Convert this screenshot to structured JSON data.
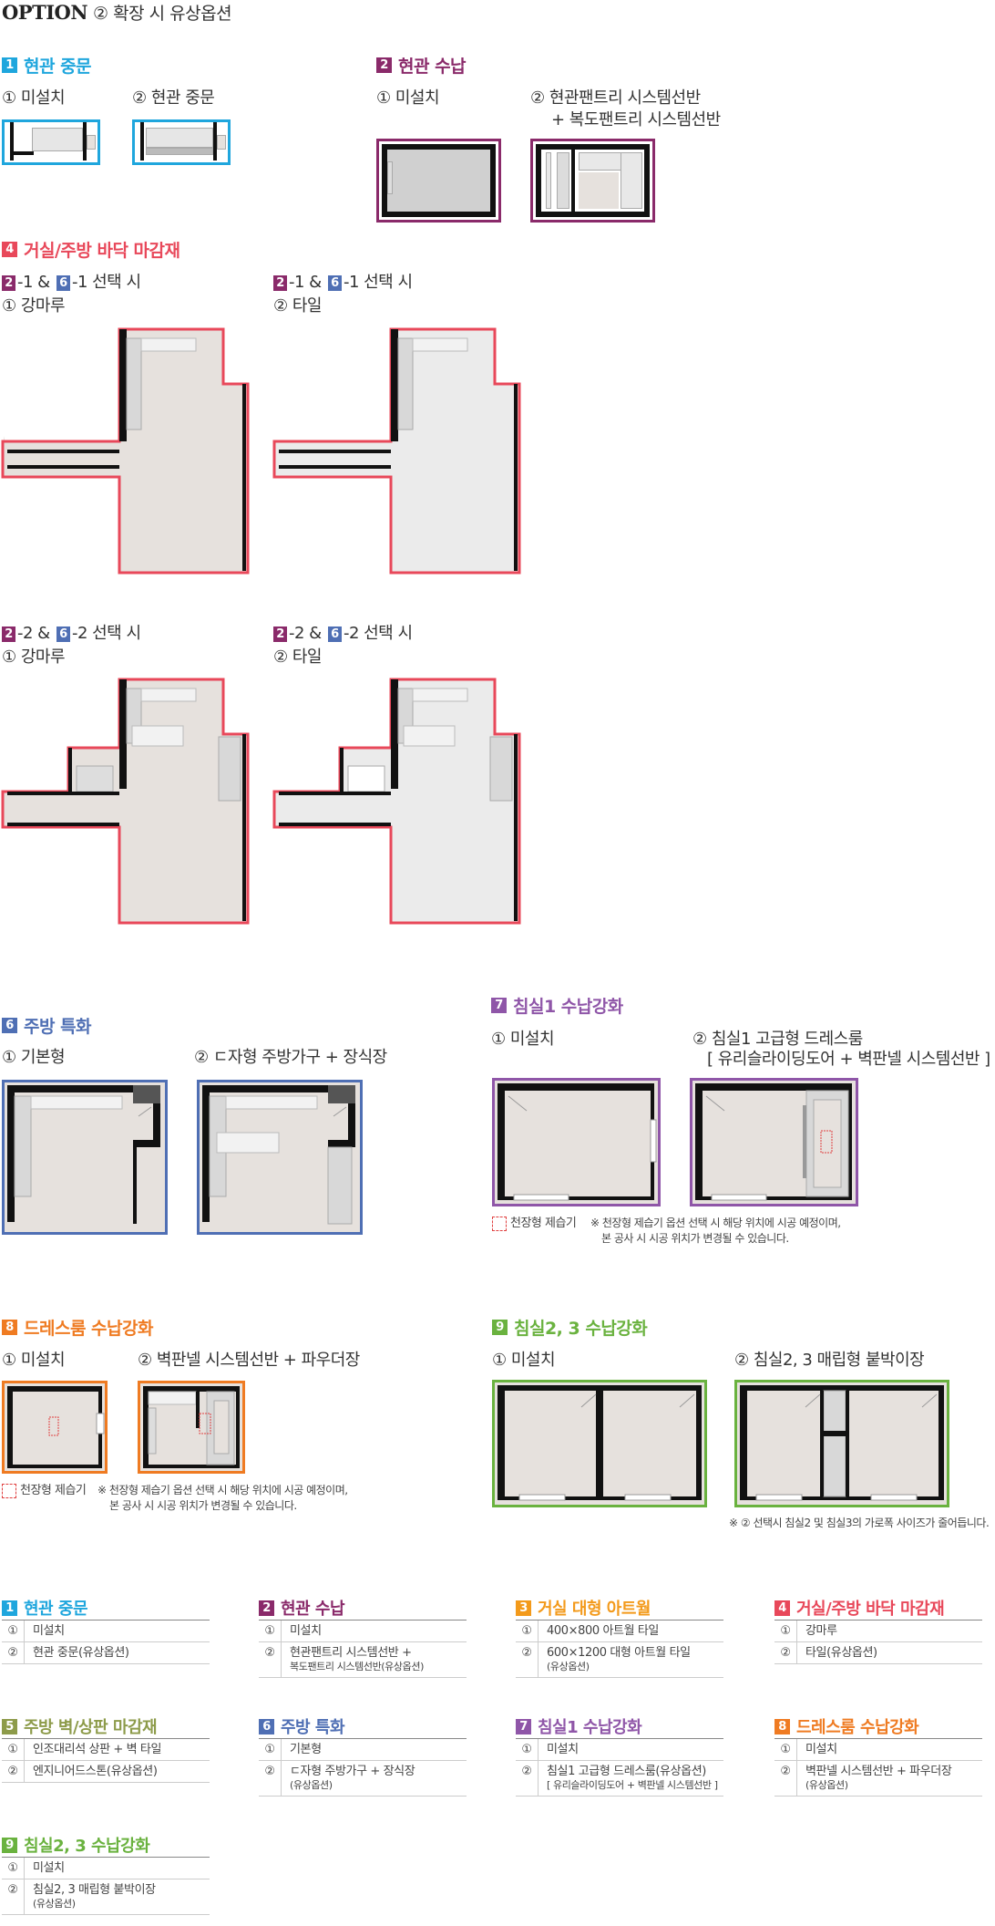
{
  "header": {
    "option_label": "OPTION",
    "option_desc": "② 확장 시 유상옵션"
  },
  "colors": {
    "s1": "#1fa6dd",
    "s2": "#8a2a6a",
    "s3": "#f39a1b",
    "s4": "#e8485a",
    "s5": "#8d9b4a",
    "s6": "#4f6fb4",
    "s7": "#8f56a8",
    "s8": "#ef7b22",
    "s9": "#6ab23f"
  },
  "sec1": {
    "num": "1",
    "title": "현관 중문",
    "opt1": "① 미설치",
    "opt2": "② 현관 중문"
  },
  "sec2": {
    "num": "2",
    "title": "현관 수납",
    "opt1": "① 미설치",
    "opt2a": "② 현관팬트리 시스템선반",
    "opt2b": "+ 복도팬트리 시스템선반"
  },
  "sec4": {
    "num": "4",
    "title": "거실/주방 바닥 마감재",
    "a_head": "-1 &",
    "a_head2": "-1 선택 시",
    "a1": "① 강마루",
    "a2": "② 타일",
    "b_head": "-2 &",
    "b_head2": "-2 선택 시",
    "b1": "① 강마루",
    "b2": "② 타일",
    "m2": "2",
    "m6": "6"
  },
  "sec6": {
    "num": "6",
    "title": "주방 특화",
    "opt1": "① 기본형",
    "opt2": "② ㄷ자형 주방가구 + 장식장"
  },
  "sec7": {
    "num": "7",
    "title": "침실1 수납강화",
    "opt1": "① 미설치",
    "opt2a": "② 침실1 고급형 드레스룸",
    "opt2b": "[ 유리슬라이딩도어 + 벽판넬 시스템선반 ]",
    "legend": "천장형 제습기",
    "note1": "※ 천장형 제습기 옵션 선택 시 해당 위치에 시공 예정이며,",
    "note2": "본 공사 시 시공 위치가 변경될 수 있습니다."
  },
  "sec8": {
    "num": "8",
    "title": "드레스룸 수납강화",
    "opt1": "① 미설치",
    "opt2": "② 벽판넬 시스템선반 + 파우더장",
    "legend": "천장형 제습기",
    "note1": "※ 천장형 제습기 옵션 선택 시 해당 위치에 시공 예정이며,",
    "note2": "본 공사 시 시공 위치가 변경될 수 있습니다."
  },
  "sec9": {
    "num": "9",
    "title": "침실2, 3 수납강화",
    "opt1": "① 미설치",
    "opt2": "② 침실2, 3 매립형 붙박이장",
    "note": "※ ② 선택시 침실2 및 침실3의 가로폭 사이즈가 줄어듭니다."
  },
  "summary": [
    {
      "num": "1",
      "title": "현관 중문",
      "color": "#1fa6dd",
      "rows": [
        [
          "①",
          "미설치",
          ""
        ],
        [
          "②",
          "현관 중문(유상옵션)",
          ""
        ]
      ]
    },
    {
      "num": "2",
      "title": "현관 수납",
      "color": "#8a2a6a",
      "rows": [
        [
          "①",
          "미설치",
          ""
        ],
        [
          "②",
          "현관팬트리 시스템선반 +",
          "복도팬트리 시스템선반(유상옵션)"
        ]
      ]
    },
    {
      "num": "3",
      "title": "거실 대형 아트월",
      "color": "#f39a1b",
      "rows": [
        [
          "①",
          "400×800 아트월 타일",
          ""
        ],
        [
          "②",
          "600×1200 대형 아트월 타일",
          "(유상옵션)"
        ]
      ]
    },
    {
      "num": "4",
      "title": "거실/주방 바닥 마감재",
      "color": "#e8485a",
      "rows": [
        [
          "①",
          "강마루",
          ""
        ],
        [
          "②",
          "타일(유상옵션)",
          ""
        ]
      ]
    },
    {
      "num": "5",
      "title": "주방 벽/상판 마감재",
      "color": "#8d9b4a",
      "rows": [
        [
          "①",
          "인조대리석 상판 + 벽 타일",
          ""
        ],
        [
          "②",
          "엔지니어드스톤(유상옵션)",
          ""
        ]
      ]
    },
    {
      "num": "6",
      "title": "주방 특화",
      "color": "#4f6fb4",
      "rows": [
        [
          "①",
          "기본형",
          ""
        ],
        [
          "②",
          "ㄷ자형 주방가구 + 장식장",
          "(유상옵션)"
        ]
      ]
    },
    {
      "num": "7",
      "title": "침실1 수납강화",
      "color": "#8f56a8",
      "rows": [
        [
          "①",
          "미설치",
          ""
        ],
        [
          "②",
          "침실1 고급형 드레스룸(유상옵션)",
          "[ 유리슬라이딩도어 + 벽판넬 시스템선반 ]"
        ]
      ]
    },
    {
      "num": "8",
      "title": "드레스룸 수납강화",
      "color": "#ef7b22",
      "rows": [
        [
          "①",
          "미설치",
          ""
        ],
        [
          "②",
          "벽판넬 시스템선반 + 파우더장",
          "(유상옵션)"
        ]
      ]
    },
    {
      "num": "9",
      "title": "침실2, 3 수납강화",
      "color": "#6ab23f",
      "rows": [
        [
          "①",
          "미설치",
          ""
        ],
        [
          "②",
          "침실2, 3 매립형 붙박이장",
          "(유상옵션)"
        ]
      ]
    }
  ]
}
